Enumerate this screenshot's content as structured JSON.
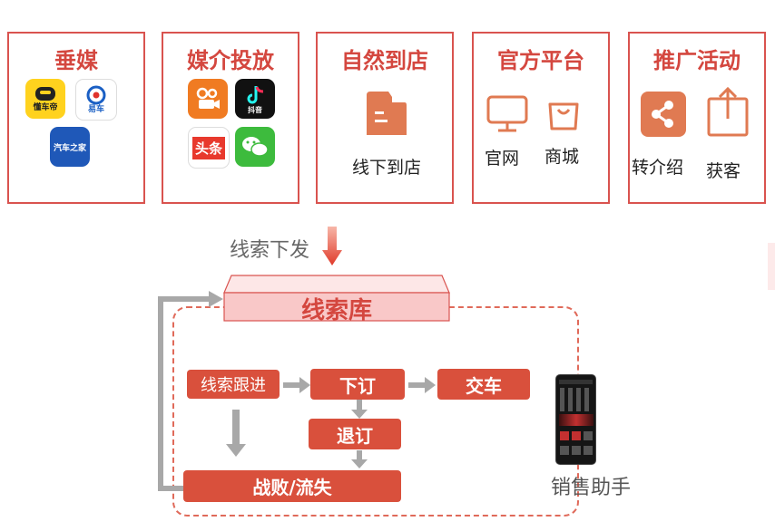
{
  "sources": [
    {
      "title": "垂媒",
      "apps": [
        "懂车帝",
        "易车",
        "汽车之家"
      ]
    },
    {
      "title": "媒介投放",
      "apps": [
        "抖音",
        "头条"
      ]
    },
    {
      "title": "自然到店",
      "label": "线下到店"
    },
    {
      "title": "官方平台",
      "labels": [
        "官网",
        "商城"
      ]
    },
    {
      "title": "推广活动",
      "labels": [
        "转介绍",
        "获客"
      ]
    }
  ],
  "flow": {
    "dispatch_label": "线索下发",
    "library": "线索库",
    "nodes": {
      "follow": "线索跟进",
      "order": "下订",
      "deliver": "交车",
      "refund": "退订",
      "lost": "战败/流失"
    },
    "assistant_label": "销售助手"
  },
  "colors": {
    "accent": "#d9503c",
    "border": "#d9534f",
    "arrow": "#a8a8a8"
  }
}
